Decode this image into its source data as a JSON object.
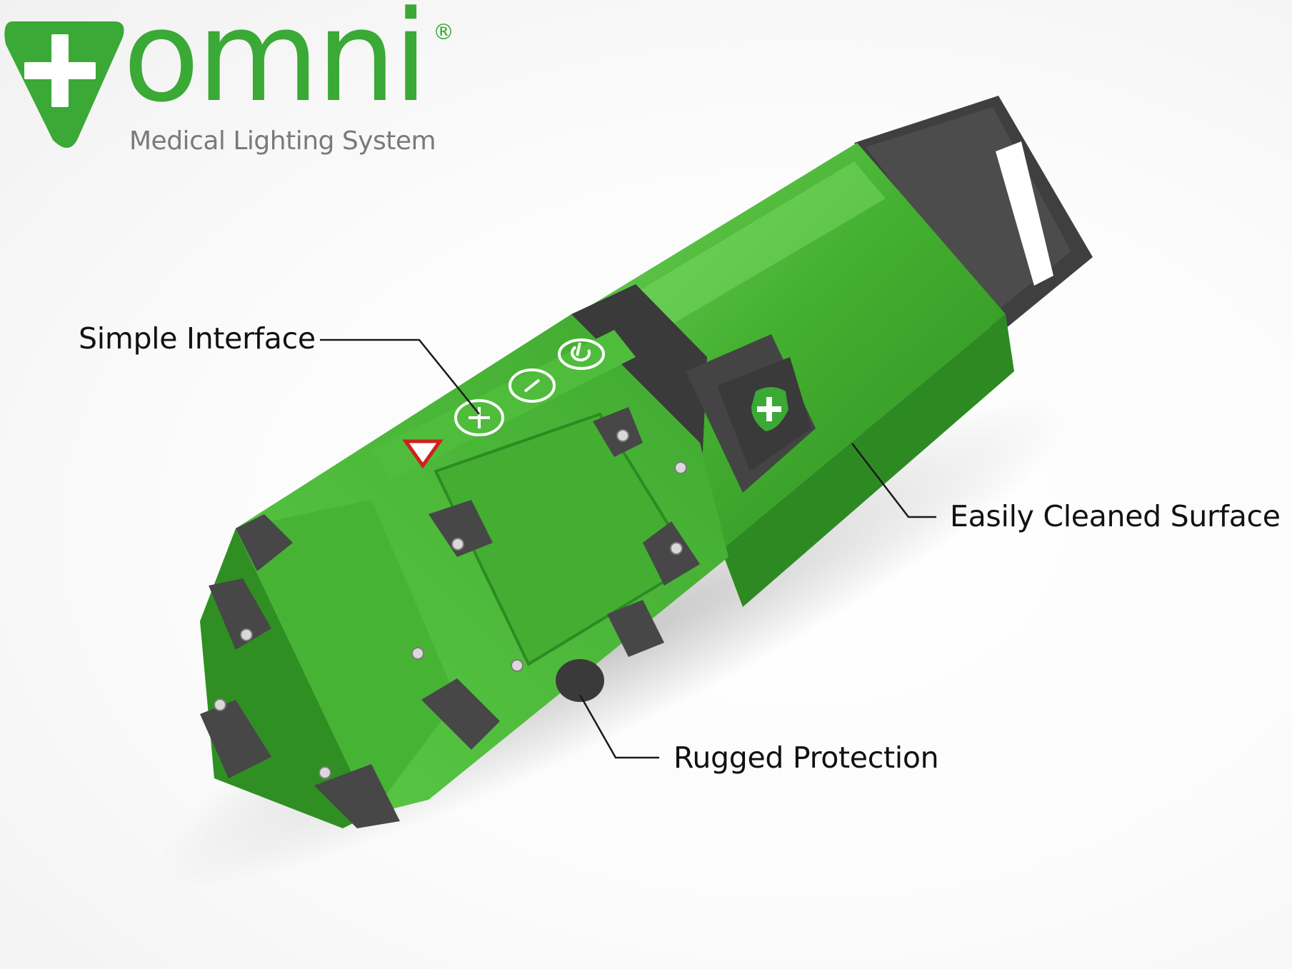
{
  "logo": {
    "wordmark": "omni",
    "registered_mark": "®",
    "tagline": "Medical Lighting System"
  },
  "callouts": [
    {
      "id": "simple-interface",
      "label": "Simple Interface"
    },
    {
      "id": "easily-cleaned-surface",
      "label": "Easily Cleaned Surface"
    },
    {
      "id": "rugged-protection",
      "label": "Rugged Protection"
    }
  ],
  "colors": {
    "brand": "#3aa935",
    "body": "#44b030",
    "body_dark": "#2d8a22",
    "body_light": "#6fd35a",
    "bumper": "#4a4a4a",
    "bumper_dark": "#333333",
    "text": "#111111",
    "tagline": "#7a7a7a"
  },
  "icons": [
    "cross-badge-icon",
    "plus-button-icon",
    "minus-button-icon",
    "power-button-icon",
    "warning-triangle-icon"
  ]
}
